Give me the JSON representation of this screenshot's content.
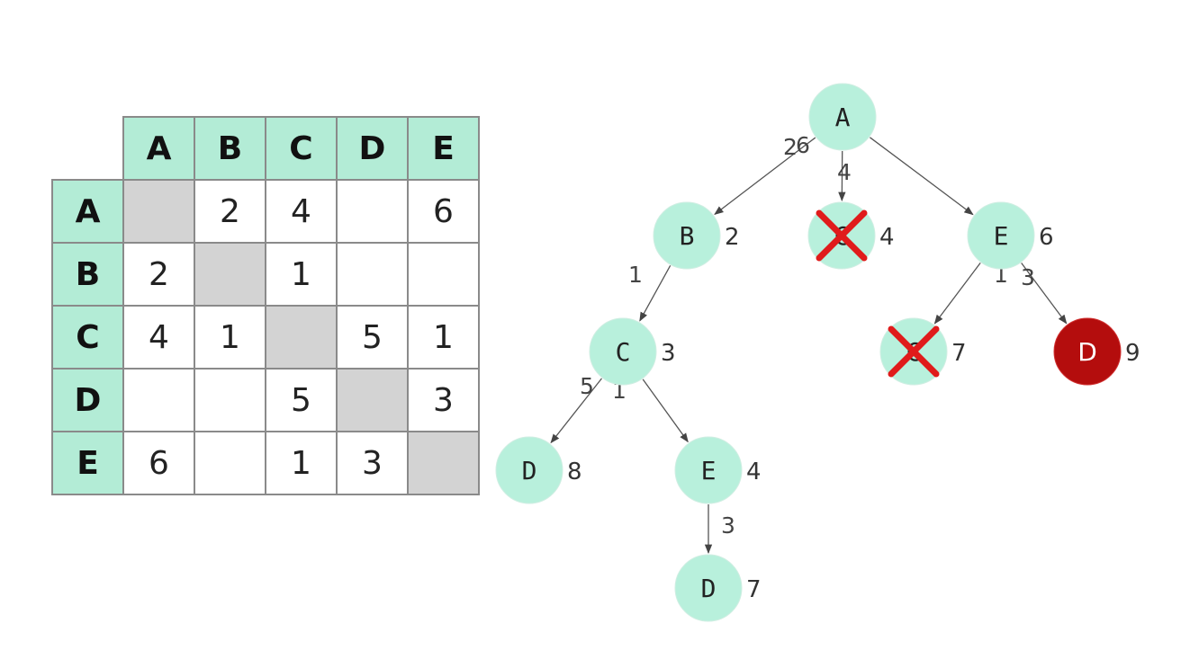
{
  "matrix": {
    "column_headers": [
      "A",
      "B",
      "C",
      "D",
      "E"
    ],
    "rows": [
      {
        "header": "A",
        "cells": [
          "",
          "2",
          "4",
          "",
          "6"
        ]
      },
      {
        "header": "B",
        "cells": [
          "2",
          "",
          "1",
          "",
          ""
        ]
      },
      {
        "header": "C",
        "cells": [
          "4",
          "1",
          "",
          "5",
          "1"
        ]
      },
      {
        "header": "D",
        "cells": [
          "",
          "",
          "5",
          "",
          "3"
        ]
      },
      {
        "header": "E",
        "cells": [
          "6",
          "",
          "1",
          "3",
          ""
        ]
      }
    ]
  },
  "tree": {
    "nodes": [
      {
        "id": "A",
        "label": "A",
        "cost": ""
      },
      {
        "id": "B",
        "label": "B",
        "cost": "2"
      },
      {
        "id": "C1",
        "label": "C",
        "cost": "4",
        "pruned": true
      },
      {
        "id": "E1",
        "label": "E",
        "cost": "6"
      },
      {
        "id": "C2",
        "label": "C",
        "cost": "3"
      },
      {
        "id": "C3",
        "label": "C",
        "cost": "7",
        "pruned": true
      },
      {
        "id": "D1",
        "label": "D",
        "cost": "9",
        "goal": true
      },
      {
        "id": "D2",
        "label": "D",
        "cost": "8"
      },
      {
        "id": "E2",
        "label": "E",
        "cost": "4"
      },
      {
        "id": "D3",
        "label": "D",
        "cost": "7"
      }
    ],
    "edges": [
      {
        "from": "A",
        "to": "B",
        "weight": "2"
      },
      {
        "from": "A",
        "to": "C1",
        "weight": "4"
      },
      {
        "from": "A",
        "to": "E1",
        "weight": "6"
      },
      {
        "from": "B",
        "to": "C2",
        "weight": "1"
      },
      {
        "from": "E1",
        "to": "C3",
        "weight": "1"
      },
      {
        "from": "E1",
        "to": "D1",
        "weight": "3"
      },
      {
        "from": "C2",
        "to": "D2",
        "weight": "5"
      },
      {
        "from": "C2",
        "to": "E2",
        "weight": "1"
      },
      {
        "from": "E2",
        "to": "D3",
        "weight": "3"
      }
    ],
    "colors": {
      "node_fill": "#b8f0dc",
      "goal_fill": "#b40d0d",
      "prune_mark": "#e01b1b",
      "header_fill": "#b3ecd6",
      "diagonal_fill": "#d3d3d3"
    }
  }
}
